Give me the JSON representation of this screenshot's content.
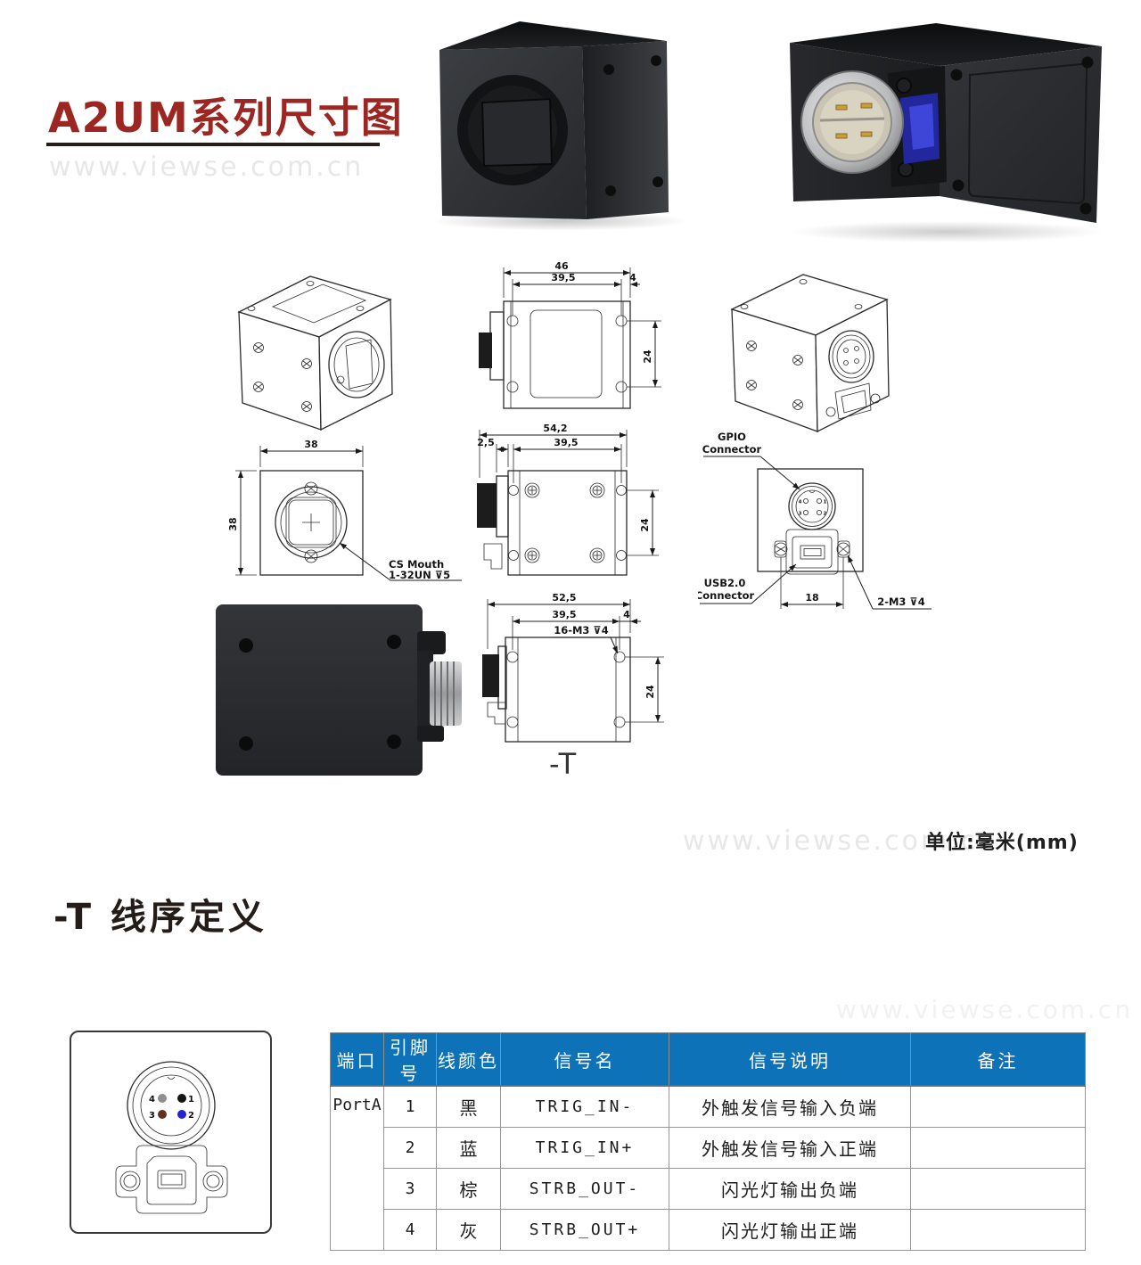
{
  "page": {
    "title": "A2UM系列尺寸图",
    "unit_note": "单位:毫米(mm)",
    "section_heading": "-T 线序定义",
    "watermark": "www.viewse.com.cn",
    "variant_label": "-T"
  },
  "drawings": {
    "top_view": {
      "dim_total_width": "46",
      "dim_hole_span": "39,5",
      "dim_edge": "4",
      "dim_hole_vspan": "24"
    },
    "side_view": {
      "dim_total_width": "54,2",
      "dim_flange": "2,5",
      "dim_hole_span": "39,5",
      "dim_hole_vspan": "24"
    },
    "front_view": {
      "dim_width": "38",
      "dim_height": "38",
      "callout_line1": "CS Mouth",
      "callout_line2": "1-32UN ⊽5"
    },
    "rear_view": {
      "gpio_label_line1": "GPIO",
      "gpio_label_line2": "Connector",
      "usb_label_line1": "USB2.0",
      "usb_label_line2": "Connector",
      "dim_screw_span": "18",
      "screw_label": "2-M3 ⊽4",
      "pin_labels": [
        "4",
        "1",
        "3",
        "2"
      ]
    },
    "bottom_view": {
      "dim_total_width": "52,5",
      "dim_hole_span": "39,5",
      "dim_edge": "4",
      "thread_callout": "16-M3 ⊽4",
      "dim_hole_vspan": "24"
    }
  },
  "connector_diagram": {
    "pins": [
      {
        "num": "4",
        "color": "#8f8f8f"
      },
      {
        "num": "1",
        "color": "#151515"
      },
      {
        "num": "3",
        "color": "#63301c"
      },
      {
        "num": "2",
        "color": "#2323d6"
      }
    ]
  },
  "table": {
    "header_bg": "#0e72b8",
    "columns": [
      "端口",
      "引脚号",
      "线颜色",
      "信号名",
      "信号说明",
      "备注"
    ],
    "port": "PortA",
    "rows": [
      {
        "pin": "1",
        "wire_color": "黑",
        "signal": "TRIG_IN-",
        "description": "外触发信号输入负端",
        "note": ""
      },
      {
        "pin": "2",
        "wire_color": "蓝",
        "signal": "TRIG_IN+",
        "description": "外触发信号输入正端",
        "note": ""
      },
      {
        "pin": "3",
        "wire_color": "棕",
        "signal": "STRB_OUT-",
        "description": "闪光灯输出负端",
        "note": ""
      },
      {
        "pin": "4",
        "wire_color": "灰",
        "signal": "STRB_OUT+",
        "description": "闪光灯输出正端",
        "note": ""
      }
    ]
  }
}
